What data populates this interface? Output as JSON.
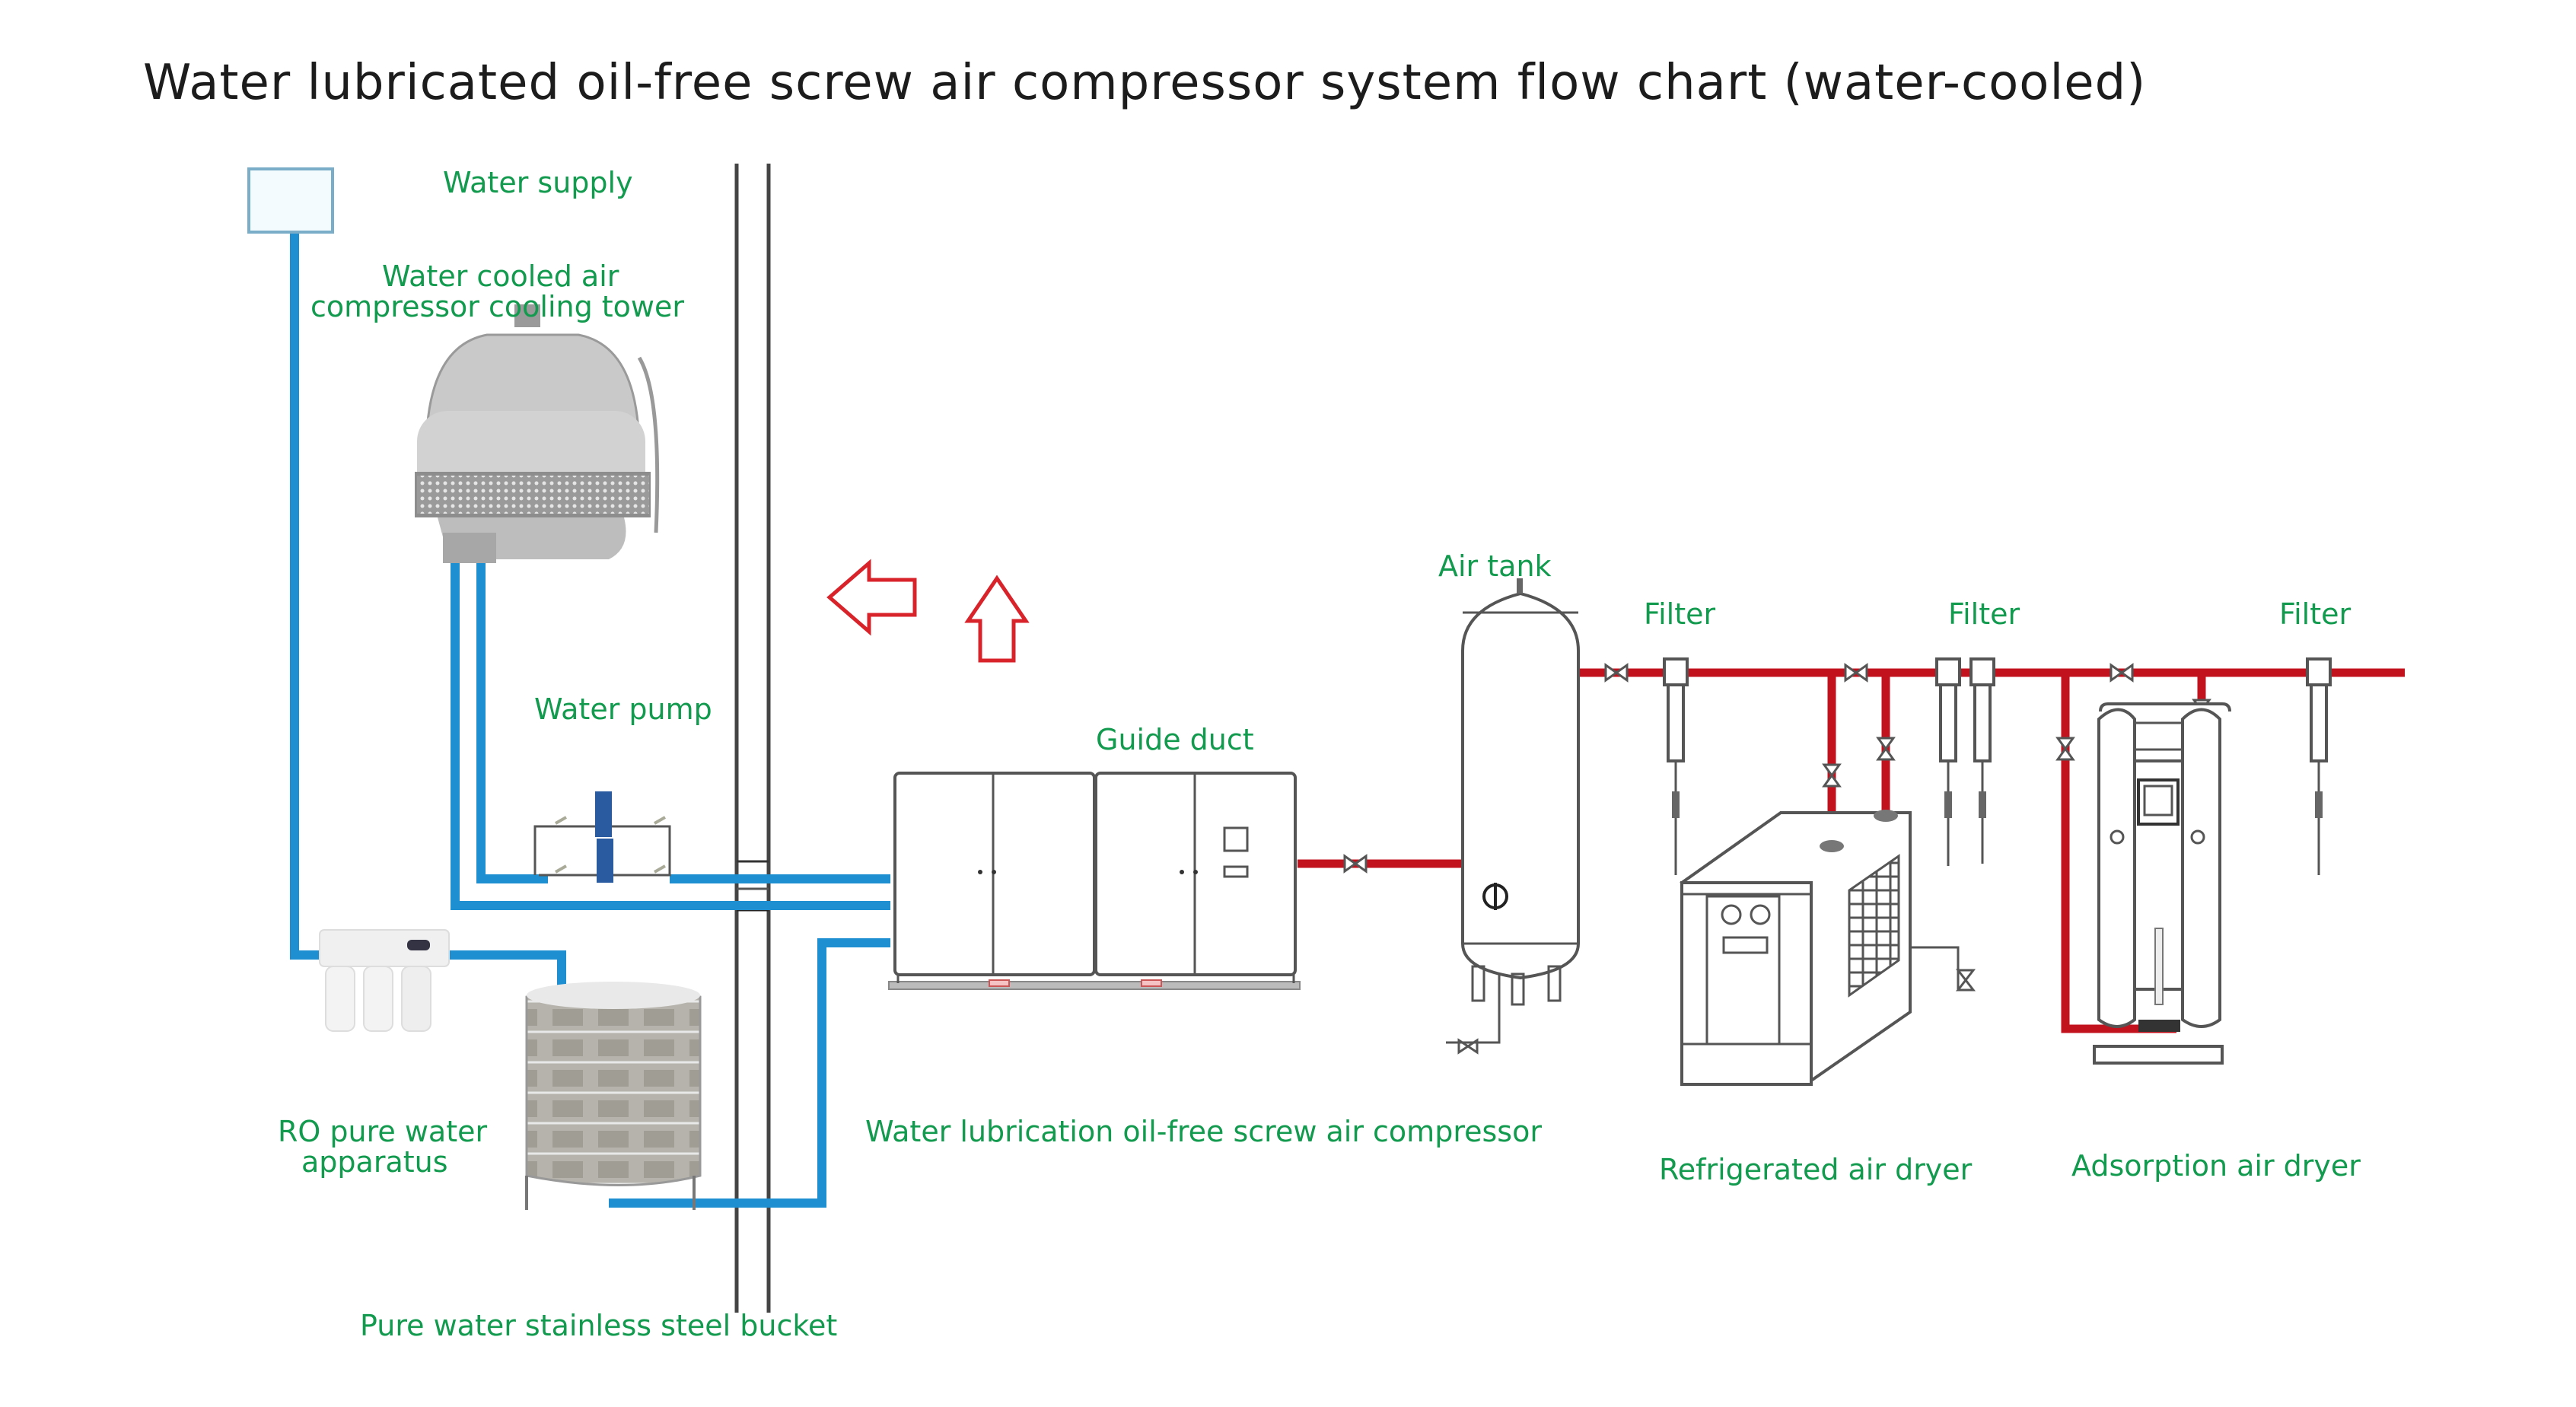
{
  "title": "Water lubricated oil-free screw air compressor system flow chart (water-cooled)",
  "labels": {
    "water_supply": "Water supply",
    "cooling_tower_line1": "Water cooled air",
    "cooling_tower_line2": "compressor cooling tower",
    "water_pump": "Water pump",
    "guide_duct": "Guide duct",
    "air_tank": "Air tank",
    "filter_1": "Filter",
    "filter_2": "Filter",
    "filter_3": "Filter",
    "compressor": "Water lubrication oil-free screw air compressor",
    "refrigerated_dryer": "Refrigerated air dryer",
    "adsorption_dryer": "Adsorption air dryer",
    "ro_line1": "RO pure water",
    "ro_line2": "apparatus",
    "bucket": "Pure water stainless steel bucket"
  },
  "colors": {
    "label_green": "#129a4e",
    "water_pipe_blue": "#1e8fd0",
    "air_pipe_red": "#c1121d",
    "arrow_red": "#d9232b"
  },
  "flow_arrows": [
    "left",
    "up"
  ]
}
